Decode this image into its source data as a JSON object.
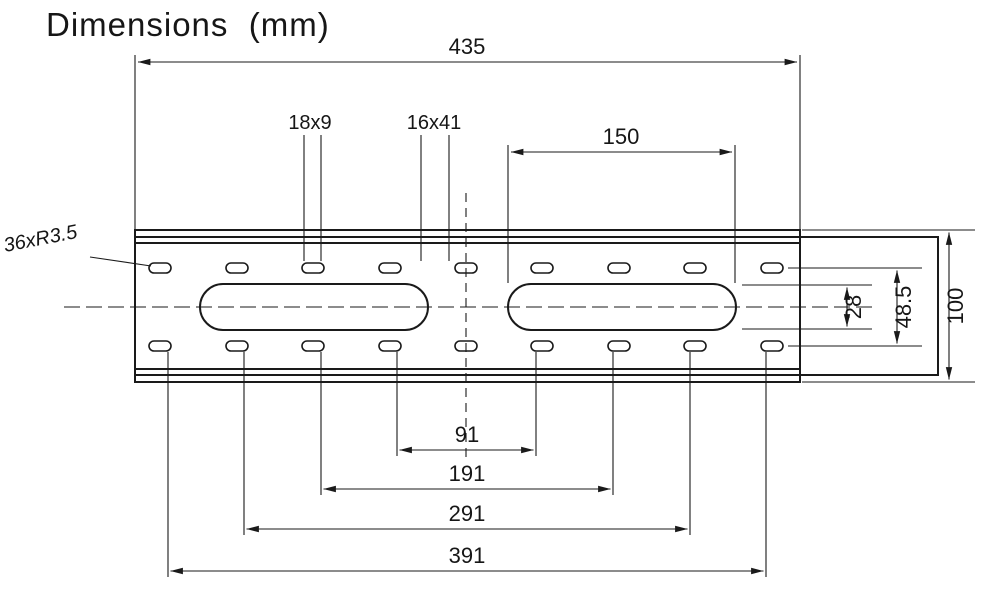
{
  "title": "Dimensions  (mm)",
  "drawing": {
    "overall_width": "435",
    "small_slot_size": "18x9",
    "center_slot_size": "16x41",
    "large_slot_length": "150",
    "radius_note": "36xR3.5",
    "large_slot_width": "28",
    "row_spacing": "48.5",
    "overall_height": "100",
    "span_91": "91",
    "span_191": "191",
    "span_291": "291",
    "span_391": "391"
  }
}
